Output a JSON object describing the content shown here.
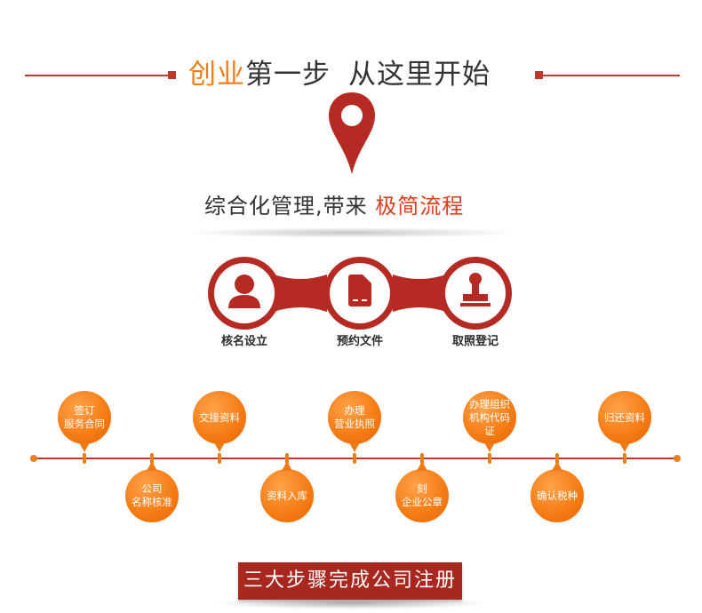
{
  "heading": {
    "accent": "创业",
    "main": "第一步",
    "rest": "从这里开始"
  },
  "subtitle": {
    "plain": "综合化管理,带来",
    "accent": "极简流程"
  },
  "steps": [
    {
      "label": "核名设立",
      "icon": "person-icon"
    },
    {
      "label": "预约文件",
      "icon": "document-icon"
    },
    {
      "label": "取照登记",
      "icon": "stamp-icon"
    }
  ],
  "timeline": [
    {
      "line1": "签订",
      "line2": "服务合同",
      "position": "up"
    },
    {
      "line1": "公司",
      "line2": "名称核准",
      "position": "down"
    },
    {
      "line1": "交接资料",
      "line2": "",
      "position": "up"
    },
    {
      "line1": "资料入库",
      "line2": "",
      "position": "down"
    },
    {
      "line1": "办理",
      "line2": "营业执照",
      "position": "up"
    },
    {
      "line1": "刻",
      "line2": "企业公章",
      "position": "down"
    },
    {
      "line1": "办理组织",
      "line2": "机构代码证",
      "position": "up"
    },
    {
      "line1": "确认税种",
      "line2": "",
      "position": "down"
    },
    {
      "line1": "归还资料",
      "line2": "",
      "position": "up"
    }
  ],
  "banner": {
    "text": "三大步骤完成公司注册"
  },
  "colors": {
    "brand_red": "#c0392b",
    "accent_orange": "#f07e1b",
    "banner_red": "#a8271f"
  }
}
